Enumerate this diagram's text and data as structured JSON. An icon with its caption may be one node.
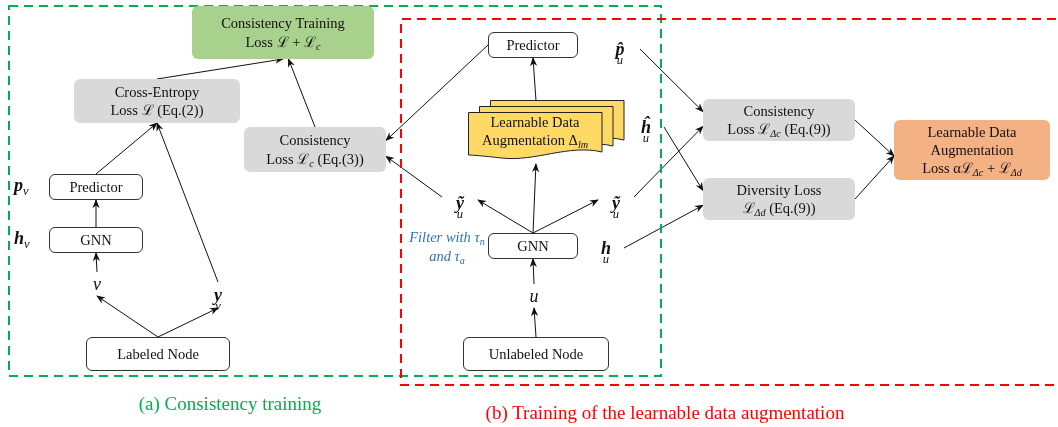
{
  "diagram": {
    "nodes": [
      {
        "text": [
          "(a) Consistency training"
        ]
      },
      {
        "text": [
          "Consistency Training",
          "Loss ℒ + ℒ$_{c}$"
        ],
        "in": 0
      },
      {
        "text": [
          "Cross-Entropy",
          "Loss ℒ (Eq.(2))"
        ],
        "in": 0
      },
      {
        "text": [
          "Consistency",
          "Loss ℒ$_{c}$ (Eq.(3))"
        ],
        "in": 0
      },
      {
        "text": [
          "Predictor"
        ],
        "in": 0,
        "beside": [
          "**p**$_{v}$"
        ]
      },
      {
        "text": [
          "GNN"
        ],
        "in": 0,
        "beside": [
          "**h**$_{v}$"
        ]
      },
      {
        "text": [
          "v"
        ],
        "in": 0
      },
      {
        "text": [
          "**y**$_{v}$"
        ],
        "in": 0
      },
      {
        "text": [
          "Labeled Node"
        ],
        "in": 0
      },
      {
        "text": [
          "(b) Training of the learnable data augmentation"
        ]
      },
      {
        "text": [
          "Predictor"
        ]
      },
      {
        "text": [
          "**p̂**$_{u}$"
        ]
      },
      {
        "text": [
          "Learnable Data Augmentation Δ$_{lm}$"
        ]
      },
      {
        "text": [
          "**ĥ**$_{u}$"
        ]
      },
      {
        "text": [
          "Consistency",
          "Loss ℒ$_{Δc}$ (Eq.(9))"
        ],
        "in": 9
      },
      {
        "text": [
          "Learnable Data Augmentation",
          "Loss αℒ$_{Δc}$ + ℒ$_{Δd}$"
        ],
        "in": 9
      },
      {
        "text": [
          "**ỹ**$_{u}$"
        ]
      },
      {
        "text": [
          "**ỹ**$_{u}$"
        ]
      },
      {
        "text": [
          "Diversity Loss",
          "ℒ$_{Δd}$ (Eq.(9))"
        ],
        "in": 9
      },
      {
        "text": [
          "GNN"
        ]
      },
      {
        "text": [
          "**h**$_{u}$"
        ]
      },
      {
        "text": [
          "u"
        ]
      },
      {
        "text": [
          "Unlabeled Node"
        ]
      }
    ],
    "edges": [
      {
        "from": 8,
        "to": 6,
        "arrow": "to"
      },
      {
        "from": 8,
        "to": 7,
        "arrow": "to"
      },
      {
        "from": 6,
        "to": 5,
        "arrow": "to"
      },
      {
        "from": 5,
        "to": 4,
        "arrow": "to"
      },
      {
        "from": 4,
        "to": 2,
        "arrow": "to"
      },
      {
        "from": 7,
        "to": 2,
        "arrow": "to"
      },
      {
        "from": 2,
        "to": 1,
        "arrow": "to"
      },
      {
        "from": 3,
        "to": 1,
        "arrow": "to"
      },
      {
        "from": 22,
        "to": 21,
        "arrow": "to"
      },
      {
        "from": 21,
        "to": 19,
        "arrow": "to"
      },
      {
        "from": 19,
        "to": 16,
        "arrow": "to"
      },
      {
        "from": 19,
        "to": 12,
        "arrow": "to"
      },
      {
        "from": 19,
        "to": 17,
        "arrow": "to"
      },
      {
        "from": 12,
        "to": 10,
        "arrow": "to"
      },
      {
        "from": 10,
        "to": 3,
        "arrow": "to"
      },
      {
        "from": 16,
        "to": 3,
        "arrow": "to"
      },
      {
        "from": 11,
        "to": 14,
        "arrow": "to"
      },
      {
        "from": 17,
        "to": 14,
        "arrow": "to"
      },
      {
        "from": 13,
        "to": 18,
        "arrow": "to"
      },
      {
        "from": 20,
        "to": 18,
        "arrow": "to"
      },
      {
        "from": 14,
        "to": 15,
        "arrow": "to"
      },
      {
        "from": 18,
        "to": 15,
        "arrow": "to"
      }
    ],
    "labels": [
      "Filter with τ$_{n}$ and τ$_{a}$"
    ]
  }
}
